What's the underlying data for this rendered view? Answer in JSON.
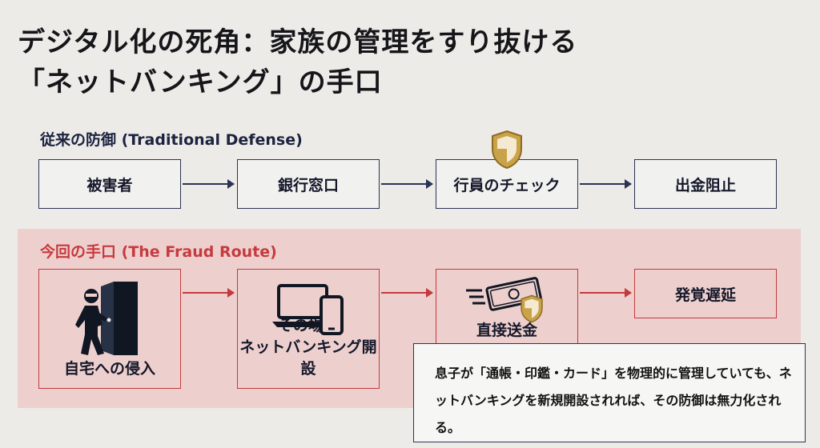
{
  "title": {
    "line1": "デジタル化の死角：家族の管理をすり抜ける",
    "line2": "「ネットバンキング」の手口"
  },
  "traditional": {
    "label": "従来の防御 (Traditional Defense)",
    "steps": [
      "被害者",
      "銀行窓口",
      "行員のチェック",
      "出金阻止"
    ]
  },
  "fraud": {
    "label": "今回の手口 (The Fraud Route)",
    "steps": [
      "自宅への侵入",
      "その場で",
      "ネットバンキング開設",
      "直接送金",
      "発覚遅延"
    ]
  },
  "note": {
    "line1": "息子が「通帳・印鑑・カード」を物理的に管理していても、ネ",
    "line2": "ットバンキングを新規開設されれば、その防御は無力化される。"
  },
  "colors": {
    "navy": "#2b3354",
    "red": "#c4393d",
    "band": "#edd0ce",
    "shield_gold": "#c9a24a"
  },
  "icons": [
    "shield-icon",
    "intruder-door-icon",
    "laptop-icon",
    "smartphone-icon",
    "cash-icon",
    "shield-icon"
  ]
}
